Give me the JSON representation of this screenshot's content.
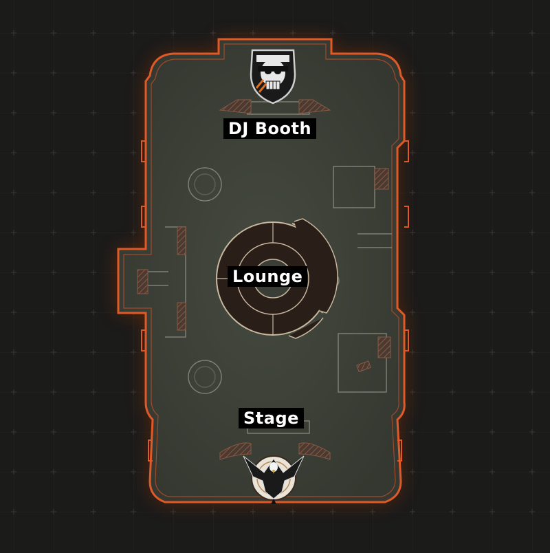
{
  "map": {
    "areas": [
      {
        "id": "dj-booth",
        "label": "DJ Booth"
      },
      {
        "id": "lounge",
        "label": "Lounge"
      },
      {
        "id": "stage",
        "label": "Stage"
      }
    ],
    "spawns": {
      "top": {
        "icon": "skull-faction-emblem-icon"
      },
      "bottom": {
        "icon": "eagle-faction-emblem-icon"
      }
    },
    "colors": {
      "background": "#1b1b1a",
      "grid_line": "#262625",
      "grid_cross": "#3a3a38",
      "floor": "#3b3e36",
      "outline": "#e05a28",
      "glow": "#7a2a10",
      "hatch": "#7a4f3a",
      "label_bg": "#000000",
      "label_text": "#ffffff"
    }
  }
}
